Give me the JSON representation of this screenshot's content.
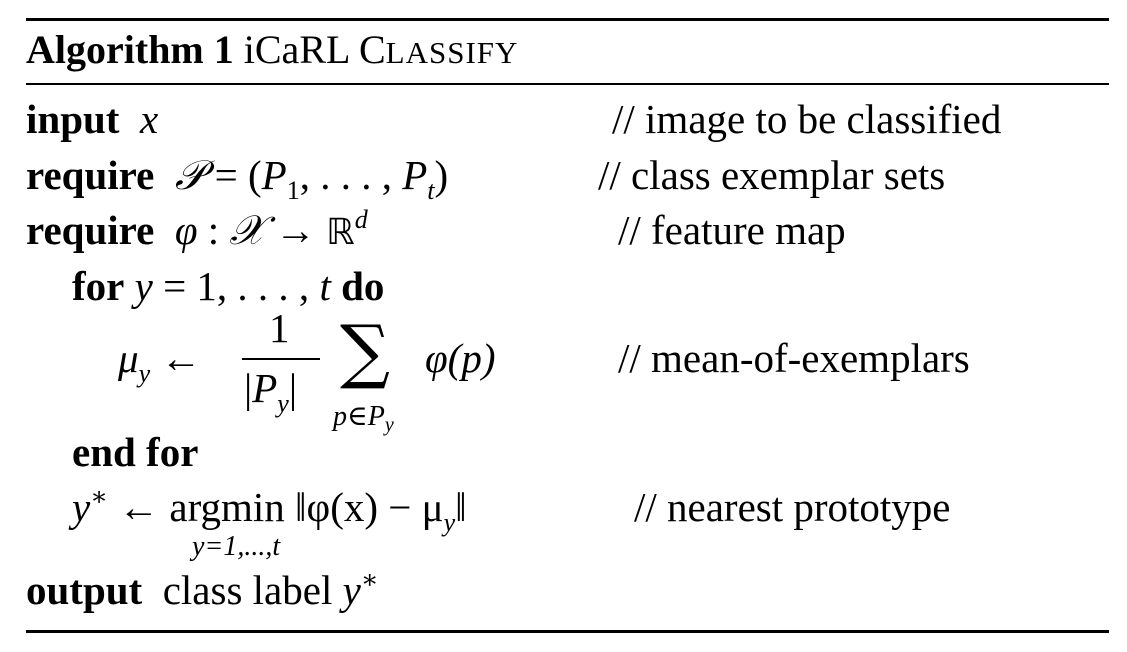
{
  "algorithm": {
    "label": "Algorithm 1",
    "name_prefix": "iCaRL",
    "name_cap": "C",
    "name_rest": "LASSIFY"
  },
  "lines": {
    "input_kw": "input",
    "input_var": "x",
    "input_comment": "// image to be classified",
    "req1_kw": "require",
    "req1_lhs": "𝒫",
    "req1_eq": " = (",
    "req1_p1": "P",
    "req1_p1_sub": "1",
    "req1_dots": ", . . . , ",
    "req1_pt": "P",
    "req1_pt_sub": "t",
    "req1_close": ")",
    "req1_comment": "// class exemplar sets",
    "req2_kw": "require",
    "req2_phi": "φ",
    "req2_colon": " : ",
    "req2_dom": "𝒳",
    "req2_arrow": " → ",
    "req2_R": "ℝ",
    "req2_sup": "d",
    "req2_comment": "// feature map",
    "for_kw": "for",
    "for_var": "y",
    "for_range": " = 1, . . . , ",
    "for_t": "t",
    "do_kw": "do",
    "mu": "μ",
    "mu_sub": "y",
    "larrow": " ←",
    "frac_num": "1",
    "frac_den_open": "|",
    "frac_den_P": "P",
    "frac_den_sub": "y",
    "frac_den_close": "|",
    "sum_symbol": "∑",
    "sum_sub": "p∈P",
    "sum_sub_y": "y",
    "phi_p": "φ(p)",
    "mean_comment": "// mean-of-exemplars",
    "end_for_kw": "end for",
    "ystar_var": "y",
    "ystar_sup": "∗",
    "argmin": "argmin",
    "argmin_sub": "y=1,...,t",
    "norm_expr": "‖φ(x) − μ",
    "norm_sub": "y",
    "norm_close": "‖",
    "nearest_comment": "// nearest prototype",
    "output_kw": "output",
    "output_text": "class label ",
    "output_var": "y",
    "output_sup": "∗"
  }
}
